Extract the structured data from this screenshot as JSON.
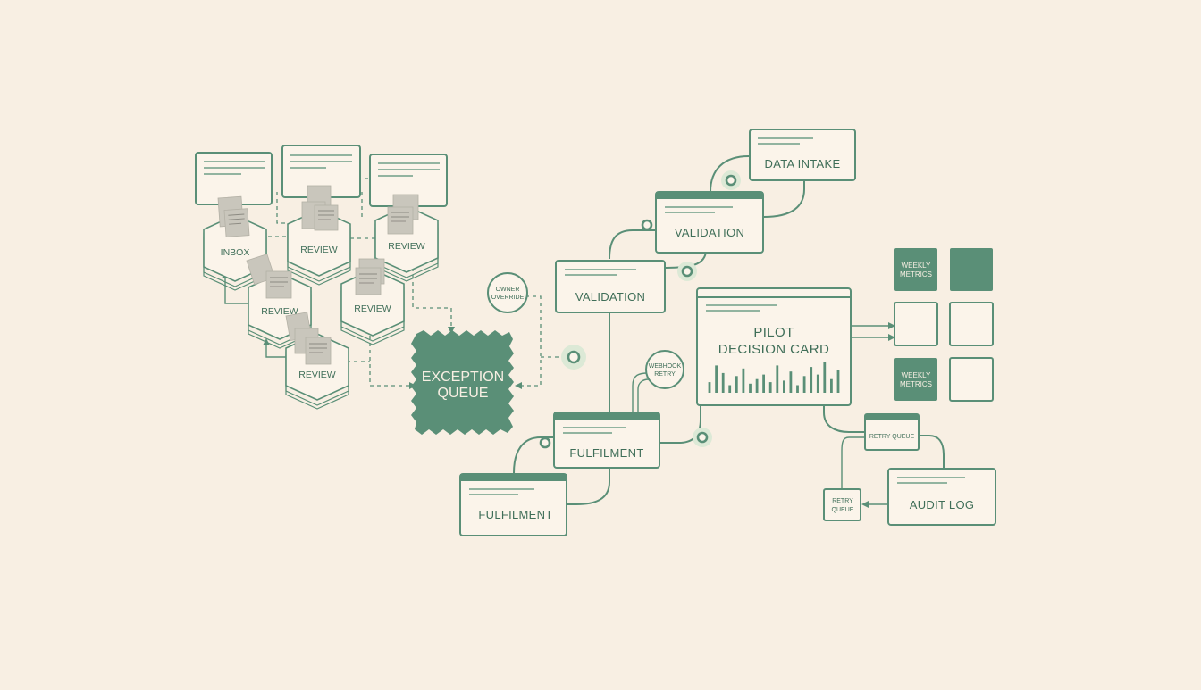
{
  "labels": {
    "inbox": "INBOX",
    "review_1": "REVIEW",
    "review_2": "REVIEW",
    "review_3": "REVIEW",
    "review_4": "REVIEW",
    "review_5": "REVIEW",
    "exception_queue_line1": "EXCEPTION",
    "exception_queue_line2": "QUEUE",
    "owner_override_line1": "OWNER",
    "owner_override_line2": "OVERRIDE",
    "data_intake": "DATA INTAKE",
    "validation_1": "VALIDATION",
    "validation_2": "VALIDATION",
    "fulfilment_1": "FULFILMENT",
    "fulfilment_2": "FULFILMENT",
    "webhook_line1": "WEBHOOK",
    "webhook_line2": "RETRY",
    "pilot_line1": "PILOT",
    "pilot_line2": "DECISION CARD",
    "weekly_metrics_1_line1": "WEEKLY",
    "weekly_metrics_1_line2": "METRICS",
    "weekly_metrics_2_line1": "WEEKLY",
    "weekly_metrics_2_line2": "METRICS",
    "retry_queue_1": "RETRY QUEUE",
    "retry_queue_2_line1": "RETRY",
    "retry_queue_2_line2": "QUEUE",
    "audit_log": "AUDIT LOG"
  },
  "colors": {
    "background": "#f8efe3",
    "accent": "#5a8f77",
    "text": "#3f6e58",
    "paper": "#c9c6bc"
  },
  "pilot_chart": {
    "type": "bar",
    "values": [
      0.35,
      0.9,
      0.65,
      0.25,
      0.55,
      0.8,
      0.3,
      0.45,
      0.6,
      0.35,
      0.9,
      0.4,
      0.7,
      0.25,
      0.55,
      0.85,
      0.6,
      1.0,
      0.45,
      0.75
    ]
  }
}
